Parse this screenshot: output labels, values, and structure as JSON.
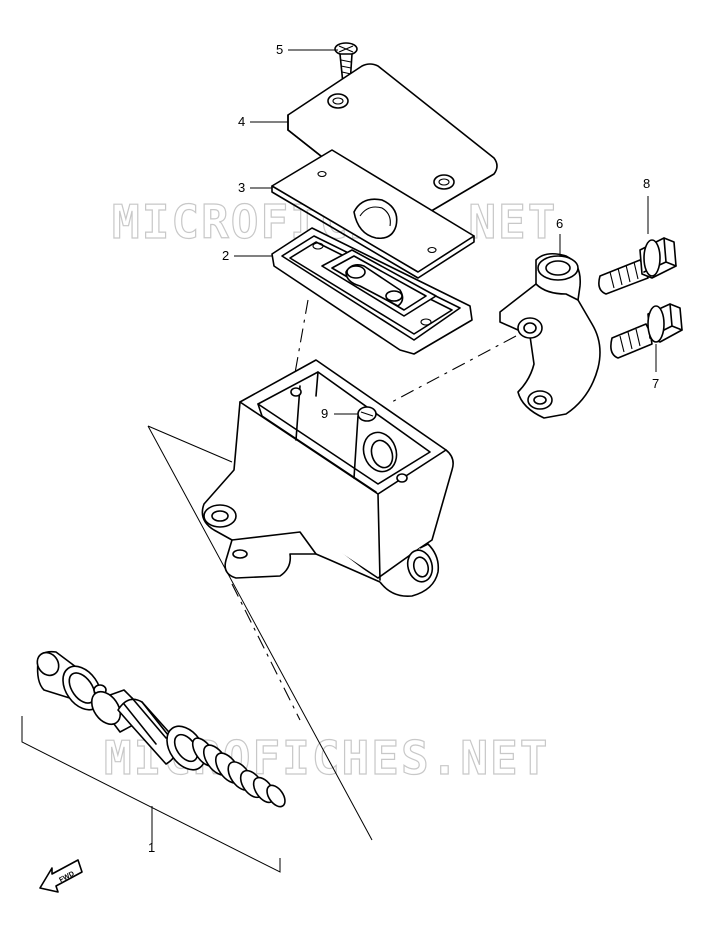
{
  "watermark": "MICROFICHES.NET",
  "fwd_label": "FWD",
  "callouts": [
    {
      "id": "1",
      "label": "1"
    },
    {
      "id": "2",
      "label": "2"
    },
    {
      "id": "3",
      "label": "3"
    },
    {
      "id": "4",
      "label": "4"
    },
    {
      "id": "5",
      "label": "5"
    },
    {
      "id": "6",
      "label": "6"
    },
    {
      "id": "7",
      "label": "7"
    },
    {
      "id": "8",
      "label": "8"
    },
    {
      "id": "9",
      "label": "9"
    }
  ]
}
